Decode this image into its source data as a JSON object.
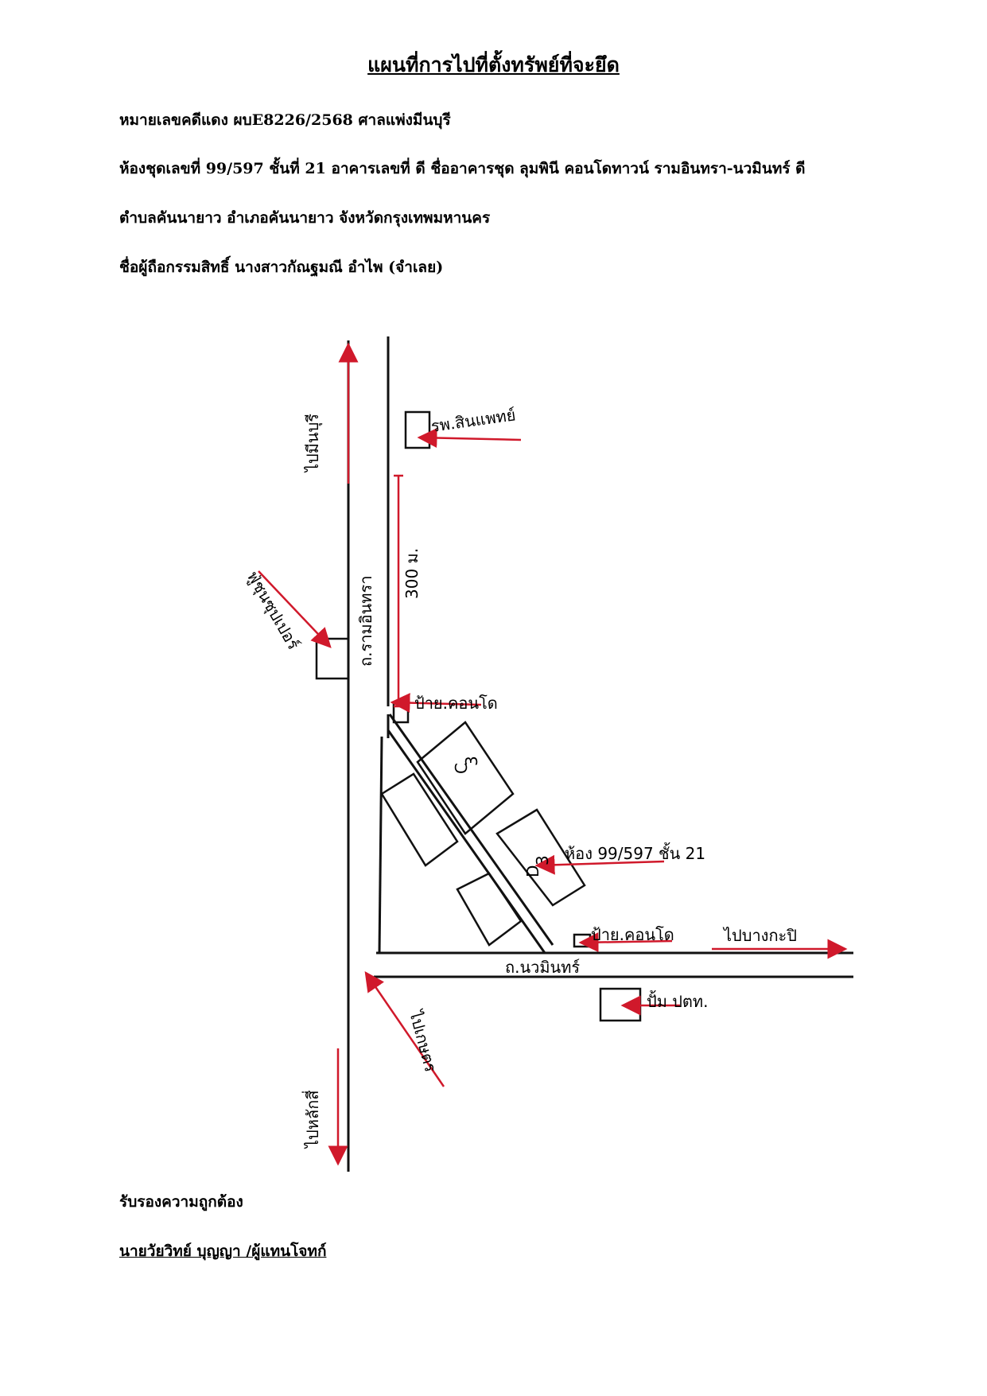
{
  "title": "แผนที่การไปที่ตั้งทรัพย์ที่จะยึด",
  "header_lines": {
    "case": "หมายเลขคดีแดง ผบE8226/2568  ศาลแพ่งมีนบุรี",
    "unit": "ห้องชุดเลขที่ 99/597 ชั้นที่ 21 อาคารเลขที่ ดี ชื่ออาคารชุด ลุมพินี คอนโดทาวน์ รามอินทรา-นวมินทร์ ดี",
    "location": "ตำบลคันนายาว อำเภอคันนายาว จังหวัดกรุงเทพมหานคร",
    "owner": "ชื่อผู้ถือกรรมสิทธิ์  นางสาวกัณฐมณี  อำไพ  (จำเลย)"
  },
  "map": {
    "labels": {
      "to_minburi": "ไปมีนบุรี",
      "hospital": "รพ.สินแพทย์",
      "shop": "ฟู่ชุนซุปเปอร์",
      "road_ramintra": "ถ.รามอินทรา",
      "distance": "300 ม.",
      "condo_sign_top": "ป้าย.คอนโด",
      "building_c": "C",
      "building_d": "D",
      "building_d_num": "3",
      "building_c_num": "3",
      "target_room": "ห้อง 99/597 ชั้น 21",
      "condo_sign_bottom": "ป้าย.คอนโด",
      "to_bangkapi": "ไปบางกะปิ",
      "road_nawamin": "ถ.นวมินทร์",
      "gas_station": "ปั้ม ปตท.",
      "to_laksi": "ไปหลักสี่",
      "to_kaset": "ไปเกษตร"
    },
    "colors": {
      "arrow": "#d0192b",
      "ink": "#111111"
    }
  },
  "footer": {
    "certify": "รับรองความถูกต้อง",
    "signer": "นายวัยวิทย์  บุญญา  /ผู้แทนโจทก์"
  }
}
